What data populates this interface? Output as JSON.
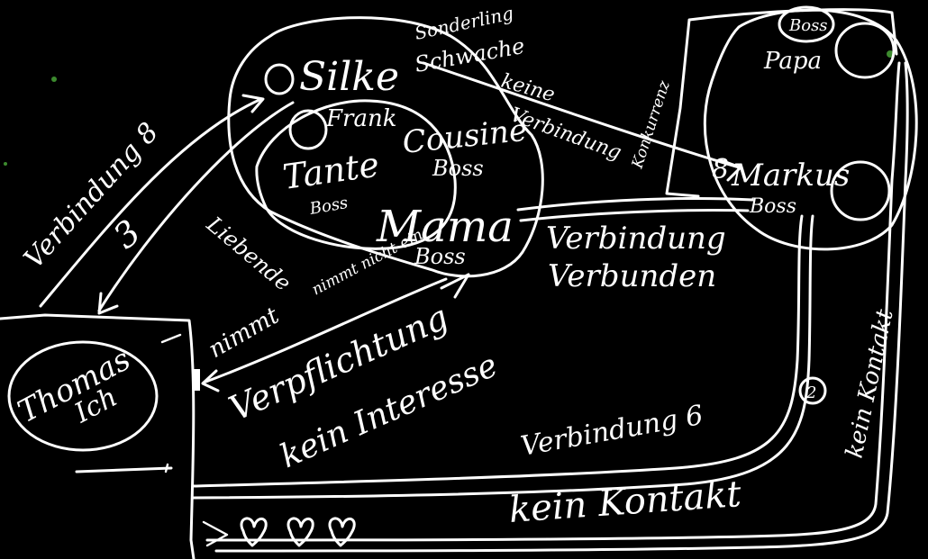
{
  "colors": {
    "background": "#000000",
    "ink": "#ffffff",
    "speck": "#3c8a2e"
  },
  "nodes": {
    "thomas": {
      "name": "Thomas",
      "sub": "Ich"
    },
    "family_group": {
      "silke": "Silke",
      "frank": "Frank",
      "tante": "Tante",
      "tante_role": "Boss",
      "cousine": "Cousine",
      "cousine_role": "Boss",
      "mama": "Mama",
      "mama_role": "Boss"
    },
    "right_group": {
      "papa_role": "Boss",
      "papa": "Papa",
      "marker_8": "8",
      "markus": "Markus",
      "markus_role": "Boss"
    }
  },
  "annotations": {
    "sonderling": "Sonderling",
    "schwache": "Schwache",
    "keine": "keine",
    "verbindung_top": "Verbindung",
    "konkurrenz": "Konkurrenz",
    "verbindung_8": "Verbindung 8",
    "three": "3",
    "liebende": "Liebende",
    "nimmt_nicht_ein": "nimmt nicht ein",
    "nimmt": "nimmt",
    "verbindung_mid": "Verbindung",
    "verbunden": "Verbunden",
    "verpflichtung": "Verpflichtung",
    "kein_interesse": "kein Interesse",
    "verbindung_6": "Verbindung 6",
    "circle_2": "2",
    "kein_kontakt_right": "kein Kontakt",
    "kein_kontakt_bottom": "kein Kontakt"
  }
}
